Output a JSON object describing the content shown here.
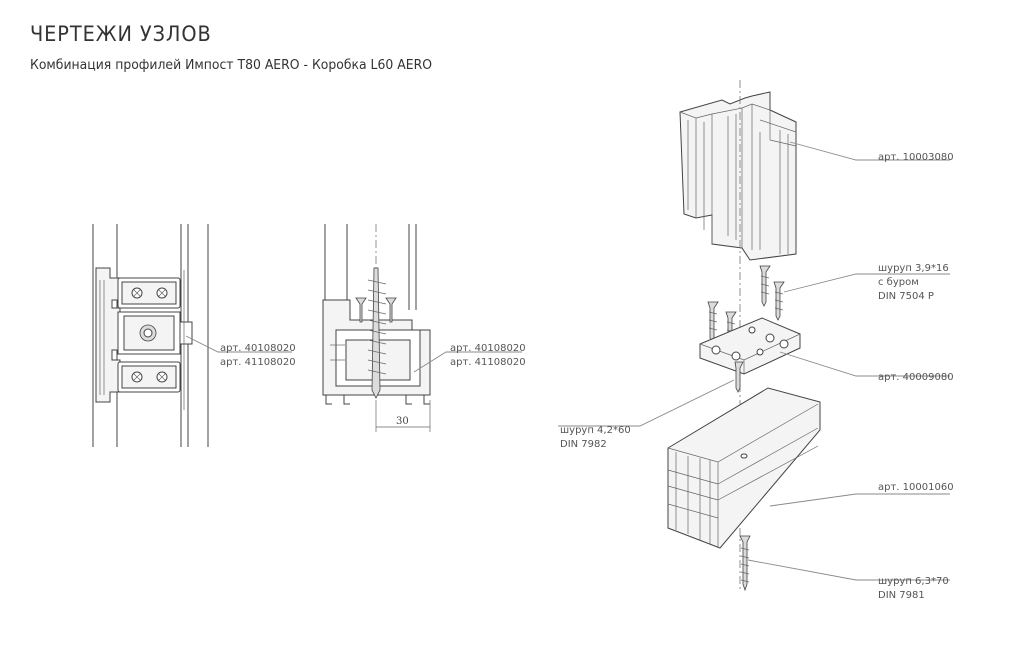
{
  "header": {
    "title": "ЧЕРТЕЖИ УЗЛОВ",
    "subtitle": "Комбинация профилей Импост T80 AERO - Коробка L60 AERO"
  },
  "section_a": {
    "label_1": "арт. 40108020",
    "label_2": "арт. 41108020"
  },
  "section_b": {
    "label_1": "арт. 40108020",
    "label_2": "арт. 41108020",
    "dimension": "30"
  },
  "exploded": {
    "impost_art": "арт. 10003080",
    "screw_top_1": "шуруп 3,9*16",
    "screw_top_2": "с буром",
    "screw_top_3": "DIN 7504 P",
    "connector_art": "арт. 40009080",
    "screw_mid_1": "шуруп 4,2*60",
    "screw_mid_2": "DIN 7982",
    "frame_art": "арт. 10001060",
    "screw_bottom_1": "шуруп 6,3*70",
    "screw_bottom_2": "DIN 7981"
  }
}
